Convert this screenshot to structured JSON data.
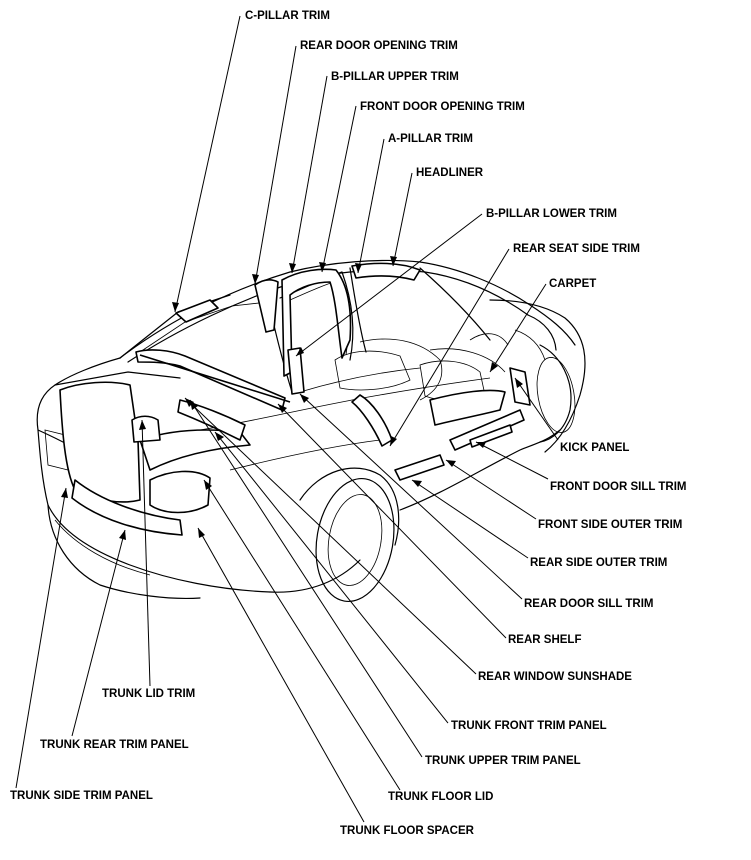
{
  "labels": {
    "c_pillar_trim": "C-PILLAR TRIM",
    "rear_door_opening_trim": "REAR DOOR OPENING TRIM",
    "b_pillar_upper_trim": "B-PILLAR UPPER TRIM",
    "front_door_opening_trim": "FRONT DOOR OPENING TRIM",
    "a_pillar_trim": "A-PILLAR TRIM",
    "headliner": "HEADLINER",
    "b_pillar_lower_trim": "B-PILLAR LOWER TRIM",
    "rear_seat_side_trim": "REAR SEAT SIDE TRIM",
    "carpet": "CARPET",
    "kick_panel": "KICK PANEL",
    "front_door_sill_trim": "FRONT DOOR SILL TRIM",
    "front_side_outer_trim": "FRONT SIDE OUTER TRIM",
    "rear_side_outer_trim": "REAR SIDE OUTER TRIM",
    "rear_door_sill_trim": "REAR DOOR SILL TRIM",
    "rear_shelf": "REAR SHELF",
    "rear_window_sunshade": "REAR WINDOW SUNSHADE",
    "trunk_lid_trim": "TRUNK LID TRIM",
    "trunk_front_trim_panel": "TRUNK FRONT TRIM PANEL",
    "trunk_rear_trim_panel": "TRUNK REAR TRIM PANEL",
    "trunk_upper_trim_panel": "TRUNK UPPER TRIM PANEL",
    "trunk_side_trim_panel": "TRUNK SIDE TRIM PANEL",
    "trunk_floor_lid": "TRUNK FLOOR LID",
    "trunk_floor_spacer": "TRUNK FLOOR SPACER"
  }
}
